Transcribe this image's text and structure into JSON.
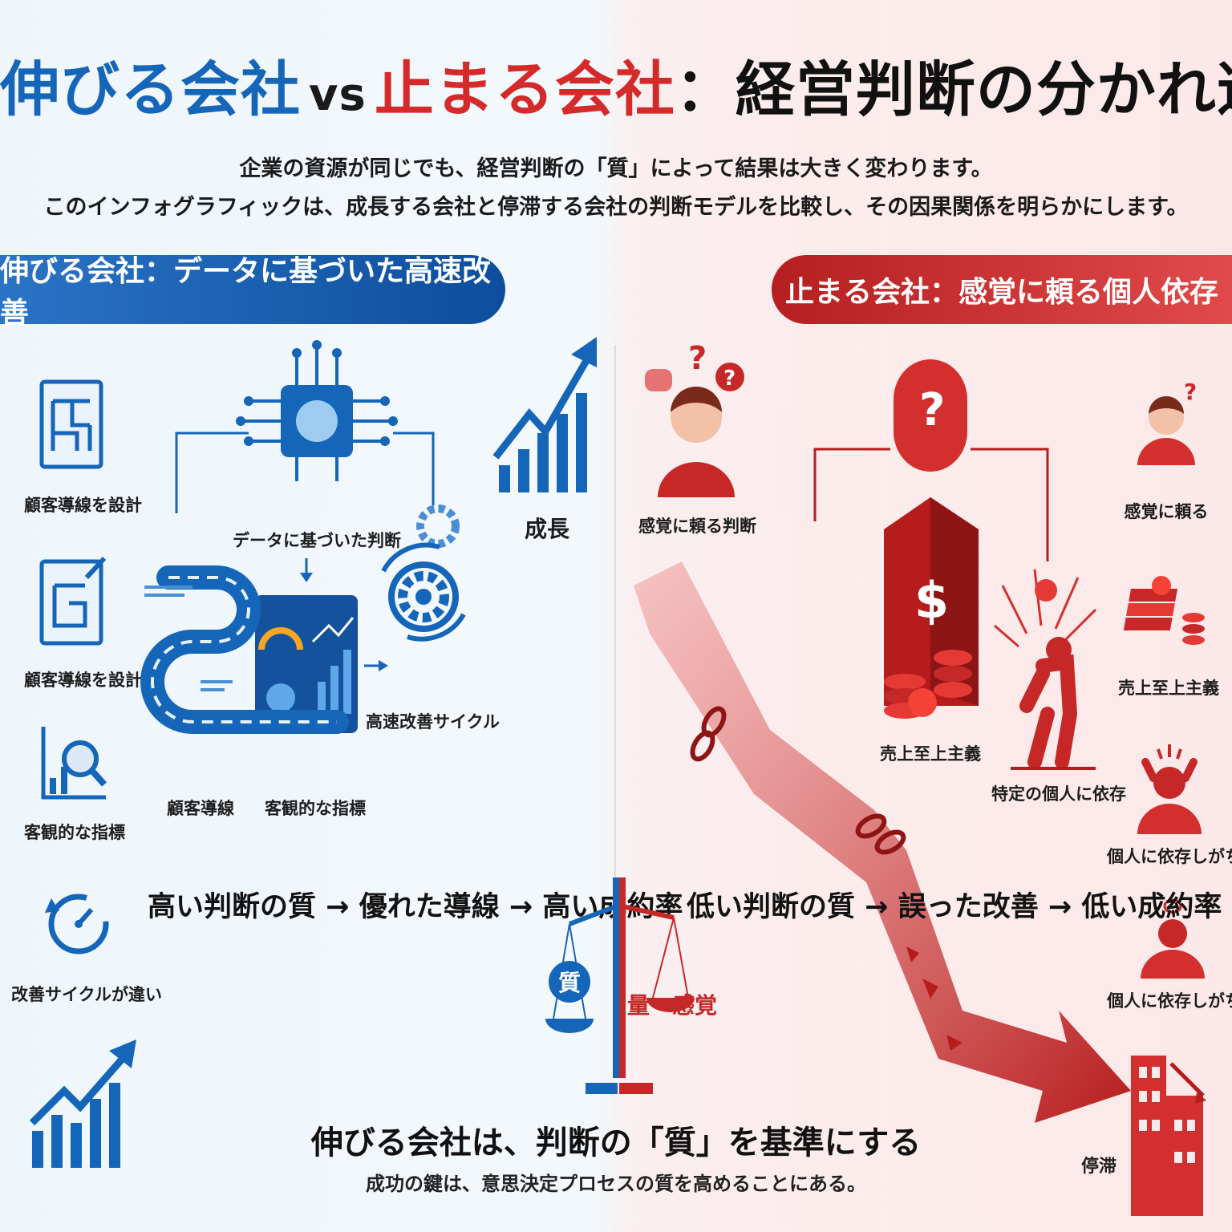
{
  "title": {
    "part1": "伸びる会社",
    "vs": "vs",
    "part2": "止まる会社",
    "part3": "：経営判断の分かれ道"
  },
  "intro": {
    "line1": "企業の資源が同じでも、経営判断の「質」によって結果は大きく変わります。",
    "line2": "このインフォグラフィックは、成長する会社と停滞する会社の判断モデルを比較し、その因果関係を明らかにします。"
  },
  "left": {
    "banner": "伸びる会社：データに基づいた高速改善",
    "side_labels": [
      "顧客導線を設計",
      "顧客導線を設計",
      "客観的な指標",
      "改善サイクルが違い"
    ],
    "diagram": {
      "data_judgment": "データに基づいた判断",
      "cycle": "高速改善サイクル",
      "funnel": "顧客導線",
      "metrics": "客観的な指標",
      "growth": "成長"
    },
    "flow": "高い判断の質 → 優れた導線 → 高い成約率"
  },
  "right": {
    "banner": "止まる会社：感覚に頼る個人依存",
    "diagram": {
      "intuition": "感覚に頼る判断",
      "sales_first": "売上至上主義",
      "person_dependent": "特定の個人に依存",
      "stagnation": "停滞"
    },
    "side_labels": [
      "感覚に頼る",
      "売上至上主義",
      "個人に依存しがち",
      "個人に依存しがち"
    ],
    "flow": "低い判断の質 → 誤った改善 → 低い成約率"
  },
  "scale": {
    "left_label": "質",
    "right_label": "量・感覚"
  },
  "conclusion": {
    "main": "伸びる会社は、判断の「質」を基準にする",
    "sub": "成功の鍵は、意思決定プロセスの質を高めることにある。"
  },
  "colors": {
    "blue": "#1565b8",
    "red": "#d42a2a"
  }
}
